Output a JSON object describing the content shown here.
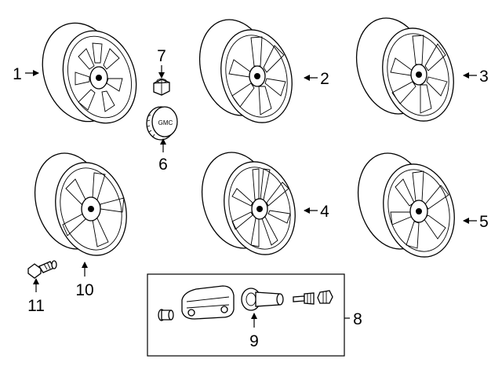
{
  "diagram": {
    "callouts": [
      {
        "id": "wheel-1",
        "number": "1"
      },
      {
        "id": "wheel-2",
        "number": "2"
      },
      {
        "id": "wheel-3",
        "number": "3"
      },
      {
        "id": "wheel-4",
        "number": "4"
      },
      {
        "id": "wheel-5",
        "number": "5"
      },
      {
        "id": "center-cap",
        "number": "6"
      },
      {
        "id": "lug-nut",
        "number": "7"
      },
      {
        "id": "tpms-kit",
        "number": "8"
      },
      {
        "id": "tpms-valve",
        "number": "9"
      },
      {
        "id": "wheel-10",
        "number": "10"
      },
      {
        "id": "valve-stem",
        "number": "11"
      }
    ],
    "cap_logo": "GMC"
  }
}
